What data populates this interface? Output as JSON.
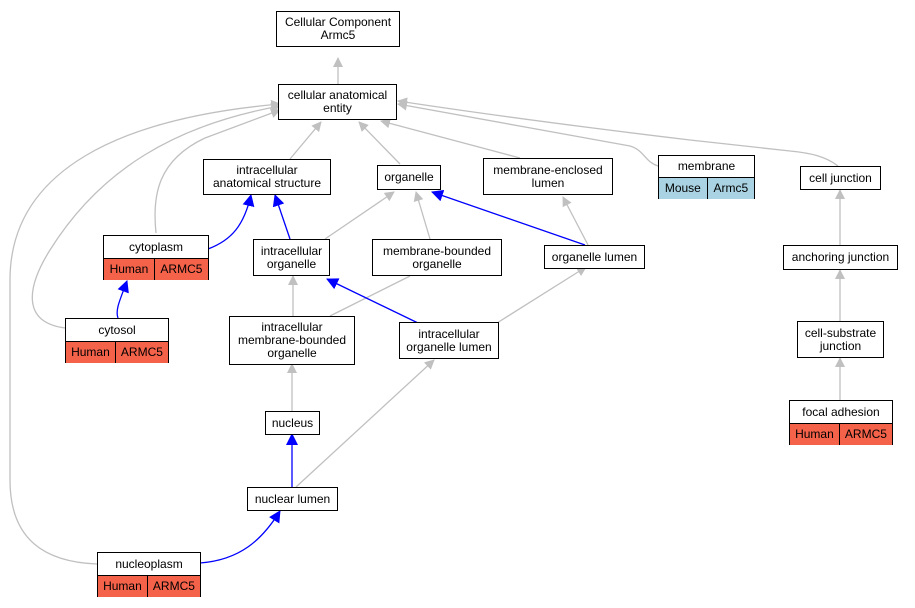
{
  "colors": {
    "human": "#f4624a",
    "mouse": "#a9d3e2",
    "edge_gray": "#c0c0c0",
    "edge_blue": "#0000ff"
  },
  "nodes": {
    "root": [
      "Cellular Component",
      "Armc5"
    ],
    "cae": [
      "cellular anatomical",
      "entity"
    ],
    "ias": [
      "intracellular",
      "anatomical structure"
    ],
    "organelle": [
      "organelle"
    ],
    "mel": [
      "membrane-enclosed",
      "lumen"
    ],
    "membrane": [
      "membrane"
    ],
    "cj": [
      "cell junction"
    ],
    "cytoplasm": [
      "cytoplasm"
    ],
    "io": [
      "intracellular",
      "organelle"
    ],
    "mbo": [
      "membrane-bounded",
      "organelle"
    ],
    "ol": [
      "organelle lumen"
    ],
    "aj": [
      "anchoring junction"
    ],
    "cytosol": [
      "cytosol"
    ],
    "imbo": [
      "intracellular",
      "membrane-bounded",
      "organelle"
    ],
    "iol": [
      "intracellular",
      "organelle lumen"
    ],
    "csj": [
      "cell-substrate",
      "junction"
    ],
    "nucleus": [
      "nucleus"
    ],
    "fa": [
      "focal adhesion"
    ],
    "nl": [
      "nuclear lumen"
    ],
    "np": [
      "nucleoplasm"
    ]
  },
  "annotations": {
    "membrane": [
      "Mouse",
      "Armc5"
    ],
    "cytoplasm": [
      "Human",
      "ARMC5"
    ],
    "cytosol": [
      "Human",
      "ARMC5"
    ],
    "fa": [
      "Human",
      "ARMC5"
    ],
    "np": [
      "Human",
      "ARMC5"
    ]
  }
}
